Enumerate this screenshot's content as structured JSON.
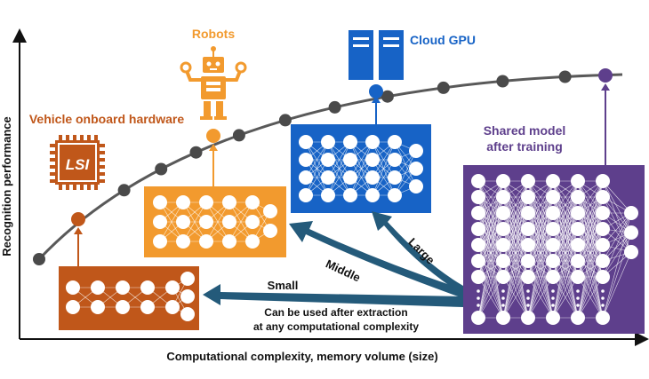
{
  "axes": {
    "x_label": "Computational complexity, memory volume (size)",
    "y_label": "Recognition performance"
  },
  "devices": {
    "vehicle": "Vehicle onboard hardware",
    "chip_text": "LSI",
    "robots": "Robots",
    "cloud": "Cloud GPU"
  },
  "shared_model": {
    "label_line1": "Shared model",
    "label_line2": "after training"
  },
  "arrows": {
    "small": "Small",
    "middle": "Middle",
    "large": "Large"
  },
  "note": {
    "line1": "Can be used after extraction",
    "line2": "at any computational complexity"
  },
  "colors": {
    "orange_dark": "#c0571a",
    "orange": "#f29a2e",
    "blue": "#1763c6",
    "purple": "#5e3f8c",
    "arrow": "#245a7a",
    "curve": "#595959",
    "dot": "#4a4a4a"
  }
}
